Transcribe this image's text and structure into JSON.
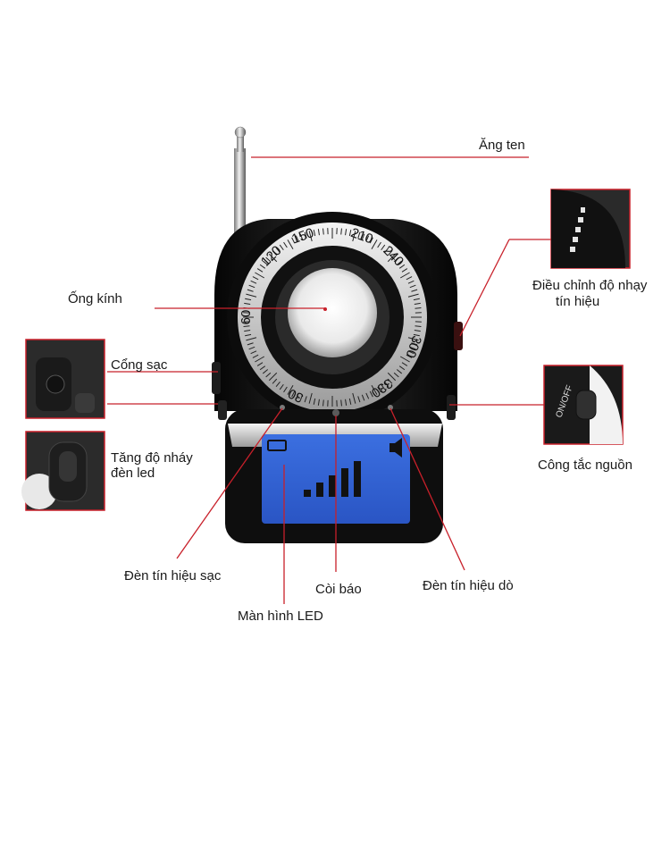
{
  "colors": {
    "leader_line": "#c8202a",
    "body": "#151515",
    "lcd": "#2f5fd0",
    "bezel_ring": "#d9d9d9"
  },
  "labels": {
    "antenna": "Ăng ten",
    "lens": "Ống kính",
    "charge_port": "Cổng sạc",
    "led_blink_line1": "Tăng độ nháy",
    "led_blink_line2": "đèn led",
    "sensitivity_line1": "Điều chỉnh độ nhạy",
    "sensitivity_line2": "tín hiệu",
    "power_switch": "Công tắc nguồn",
    "charge_led": "Đèn tín hiệu sạc",
    "buzzer": "Còi báo",
    "detect_led": "Đèn tín hiệu dò",
    "led_screen": "Màn hình LED"
  },
  "dial": {
    "numbers": [
      "60",
      "120",
      "150",
      "210",
      "240",
      "300",
      "330",
      "30"
    ]
  },
  "insets": {
    "power_switch_text": "ON/OFF"
  },
  "lcd": {
    "signal_bars": 5,
    "icons": [
      "battery-icon",
      "speaker-icon"
    ]
  }
}
